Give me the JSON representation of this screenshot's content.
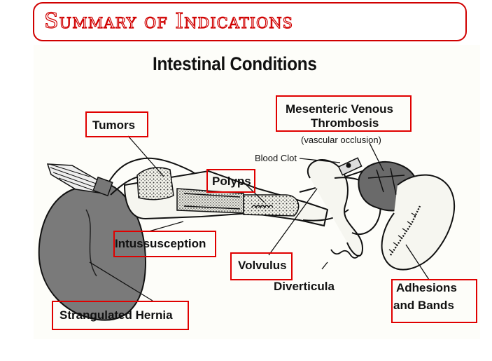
{
  "banner": {
    "title": "Summary of Indications"
  },
  "figure": {
    "title": "Intestinal Conditions",
    "labels": {
      "tumors": "Tumors",
      "mesenteric_line1": "Mesenteric Venous",
      "mesenteric_line2": "Thrombosis",
      "vascular_occlusion": "(vascular occlusion)",
      "blood_clot": "Blood Clot",
      "polyps": "Polyps",
      "intussusception": "Intussusception",
      "volvulus": "Volvulus",
      "diverticula": "Diverticula",
      "adhesions_line1": "Adhesions",
      "adhesions_line2": "and Bands",
      "strangulated_hernia": "Strangulated Hernia"
    }
  },
  "colors": {
    "highlight": "#e00000",
    "banner_text": "#d00000"
  }
}
